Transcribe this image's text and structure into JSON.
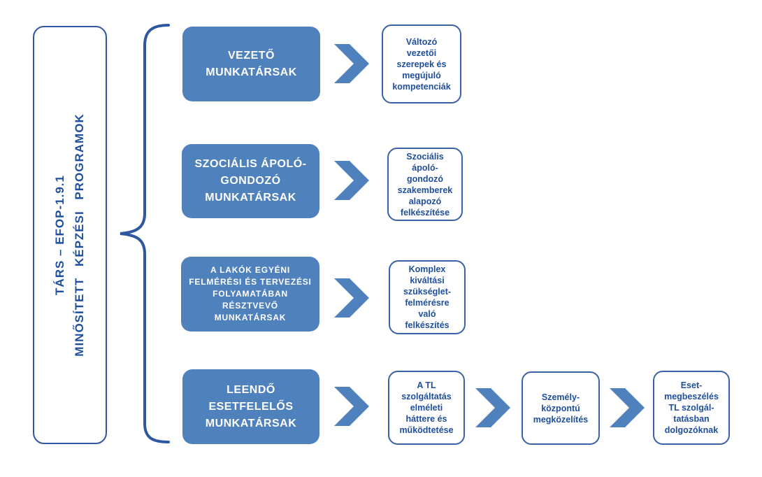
{
  "program": {
    "line1": "TÁRS – EFOP-1.9.1",
    "line2": "MINŐSÍTETT KÉPZÉSI PROGRAMOK"
  },
  "groups": [
    {
      "lines": [
        "VEZETŐ",
        "MUNKATÁRSAK"
      ],
      "outcomes": [
        {
          "lines": [
            "Változó",
            "vezetői",
            "szerepek és",
            "megújuló",
            "kompetenciák"
          ]
        }
      ]
    },
    {
      "lines": [
        "SZOCIÁLIS ÁPOLÓ-",
        "GONDOZÓ",
        "MUNKATÁRSAK"
      ],
      "outcomes": [
        {
          "lines": [
            "Szociális",
            "ápoló-",
            "gondozó",
            "szakemberek",
            "alapozó",
            "felkészítése"
          ]
        }
      ]
    },
    {
      "lines": [
        "A LAKÓK EGYÉNI",
        "FELMÉRÉSI ÉS TERVEZÉSI",
        "FOLYAMATÁBAN",
        "RÉSZTVEVŐ",
        "MUNKATÁRSAK"
      ],
      "outcomes": [
        {
          "lines": [
            "Komplex",
            "kiváltási",
            "szükséglet-",
            "felmérésre",
            "való",
            "felkészítés"
          ]
        }
      ]
    },
    {
      "lines": [
        "LEENDŐ",
        "ESETFELELŐS",
        "MUNKATÁRSAK"
      ],
      "outcomes": [
        {
          "lines": [
            "A TL",
            "szolgáltatás",
            "elméleti",
            "háttere és",
            "működtetése"
          ]
        },
        {
          "lines": [
            "Személy-",
            "központú",
            "megközelítés"
          ]
        },
        {
          "lines": [
            "Eset-",
            "megbeszélés",
            "TL szolgál-",
            "tatásban",
            "dolgozóknak"
          ]
        }
      ]
    }
  ],
  "colors": {
    "group_fill": "#4f81bd",
    "arrow_fill": "#4f81bd",
    "border": "#3a62a8",
    "text_blue": "#1f4e9c",
    "brace": "#2f56a0"
  }
}
